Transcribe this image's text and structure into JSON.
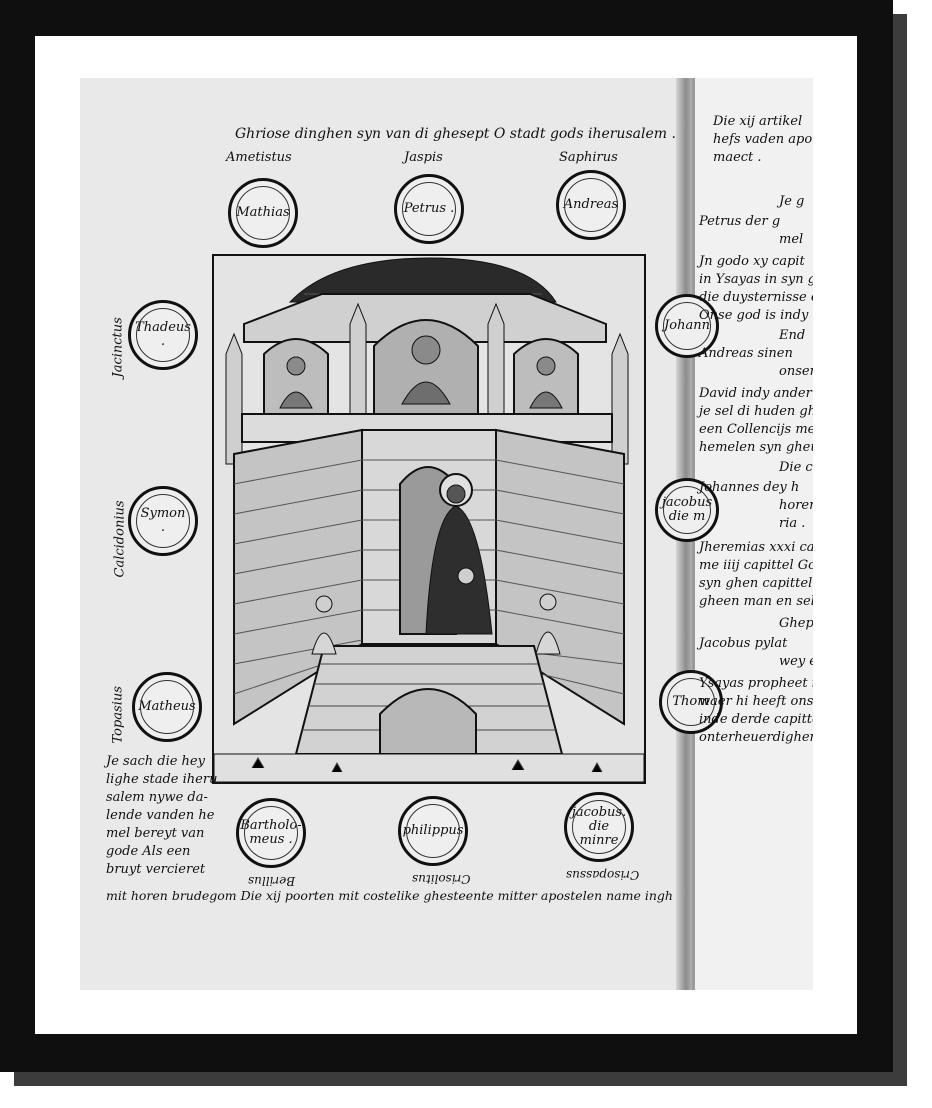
{
  "page": {
    "heading": "Ghriose dinghen syn van di ghesept O stadt gods iherusalem .",
    "top_labels": [
      "Ametistus",
      "Jaspis",
      "Saphirus"
    ],
    "side_labels": [
      "Jacinctus",
      "Calcidonius",
      "Topasius"
    ],
    "medallions_top": [
      "Mathias",
      "Petrus .",
      "Andreas"
    ],
    "medallions_left": [
      "Thadeus .",
      "Symon .",
      "Matheus"
    ],
    "medallions_bottom": [
      "Bartholo- meus .",
      "philippus",
      "jacobus. die minre"
    ],
    "bottom_inverted_labels": [
      "Berillus",
      "Crisolitus",
      "Crisopassus"
    ],
    "left_text": [
      "Je sach die hey",
      "lighe stade iheru",
      "salem nywe da-",
      "lende vanden he",
      "mel bereyt van",
      "gode Als een",
      "bruyt vercieret"
    ],
    "bottom_line": "mit horen brudegom Die xij poorten mit costelike ghesteente mitter apostelen name ingh",
    "right_page_lines": [
      "Die xij artikel",
      "hefs vaden apo",
      "maect .",
      "Je g",
      "Petrus   der g",
      "mel",
      "Jn godo xy capit",
      "in Ysayas in syn g",
      "die duysternisse en",
      "Onse god is indy",
      "End",
      "Andreas  sinen",
      "onsen",
      "David indy ander",
      "je sel di huden gh",
      "een Collencijs me",
      "hemelen syn gheue",
      "Die c",
      "Johannes  dey h",
      "horen",
      "ria .",
      "Jheremias xxxi cap",
      "me iiij capittel God",
      "syn ghen capittel D",
      "gheen man en sel daer",
      "Ghep",
      "Jacobus  pylat",
      "wey en",
      "Ysayas propheet in",
      "waer hi heeft onse",
      "inde derde capittel X",
      "onterheuerdighen ."
    ],
    "right_edge_medallions": [
      "Johann",
      "jacobus die m",
      "Thom"
    ]
  }
}
